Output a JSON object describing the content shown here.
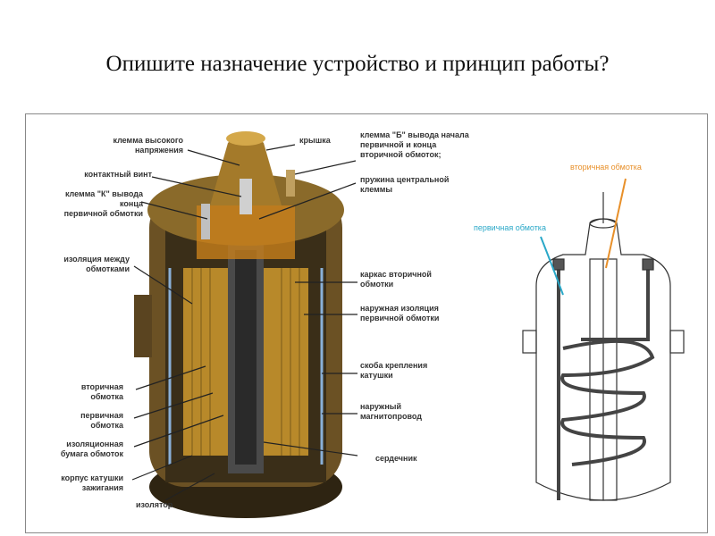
{
  "slide": {
    "title": "Опишите назначение устройство и принцип работы?"
  },
  "left_labels": [
    {
      "lines": [
        "клемма высокого",
        "напряжения"
      ]
    },
    {
      "lines": [
        "контактный винт"
      ]
    },
    {
      "lines": [
        "клемма \"К\" вывода",
        "конца",
        "первичной обмотки"
      ]
    },
    {
      "lines": [
        "изоляция между",
        "обмотками"
      ]
    },
    {
      "lines": [
        "вторичная",
        "обмотка"
      ]
    },
    {
      "lines": [
        "первичная",
        "обмотка"
      ]
    },
    {
      "lines": [
        "изоляционная",
        "бумага обмоток"
      ]
    },
    {
      "lines": [
        "корпус катушки",
        "зажигания"
      ]
    },
    {
      "lines": [
        "изолятор"
      ]
    }
  ],
  "right_labels": [
    {
      "lines": [
        "крышка"
      ]
    },
    {
      "lines": [
        "клемма \"Б\" вывода начала",
        "первичной и конца",
        "вторичной обмоток;"
      ]
    },
    {
      "lines": [
        "пружина центральной",
        "клеммы"
      ]
    },
    {
      "lines": [
        "каркас вторичной",
        "обмотки"
      ]
    },
    {
      "lines": [
        "наружная изоляция",
        "первичной обмотки"
      ]
    },
    {
      "lines": [
        "скоба крепления",
        "катушки"
      ]
    },
    {
      "lines": [
        "наружный",
        "магнитопровод"
      ]
    },
    {
      "lines": [
        "сердечник"
      ]
    }
  ],
  "sketch_labels": {
    "secondary": "вторичная обмотка",
    "primary": "первичная обмотка"
  },
  "colors": {
    "secondary": "#e8902a",
    "primary": "#2aa8c8",
    "coil_brass": "#b8892a",
    "coil_dark": "#5a4420"
  }
}
